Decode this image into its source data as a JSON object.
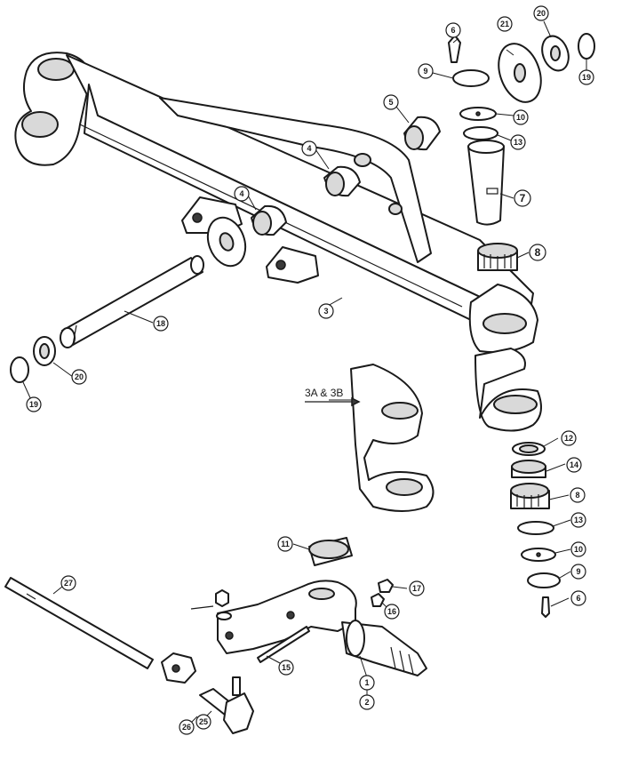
{
  "callouts": [
    {
      "id": "c6a",
      "label": "6"
    },
    {
      "id": "c21",
      "label": "21"
    },
    {
      "id": "c20a",
      "label": "20"
    },
    {
      "id": "c19a",
      "label": "19"
    },
    {
      "id": "c9a",
      "label": "9"
    },
    {
      "id": "c10a",
      "label": "10"
    },
    {
      "id": "c13a",
      "label": "13"
    },
    {
      "id": "c5",
      "label": "5"
    },
    {
      "id": "c4a",
      "label": "4"
    },
    {
      "id": "c4b",
      "label": "4"
    },
    {
      "id": "c7",
      "label": "7"
    },
    {
      "id": "c8a",
      "label": "8"
    },
    {
      "id": "c18",
      "label": "18"
    },
    {
      "id": "c3",
      "label": "3"
    },
    {
      "id": "c20b",
      "label": "20"
    },
    {
      "id": "c19b",
      "label": "19"
    },
    {
      "id": "c12",
      "label": "12"
    },
    {
      "id": "c14",
      "label": "14"
    },
    {
      "id": "c8b",
      "label": "8"
    },
    {
      "id": "c13b",
      "label": "13"
    },
    {
      "id": "c10b",
      "label": "10"
    },
    {
      "id": "c9b",
      "label": "9"
    },
    {
      "id": "c6b",
      "label": "6"
    },
    {
      "id": "c11",
      "label": "11"
    },
    {
      "id": "c17",
      "label": "17"
    },
    {
      "id": "c16",
      "label": "16"
    },
    {
      "id": "c27",
      "label": "27"
    },
    {
      "id": "c15",
      "label": "15"
    },
    {
      "id": "c1",
      "label": "1"
    },
    {
      "id": "c2",
      "label": "2"
    },
    {
      "id": "c25",
      "label": "25"
    },
    {
      "id": "c26",
      "label": "26"
    }
  ],
  "reference_label": "3A & 3B"
}
